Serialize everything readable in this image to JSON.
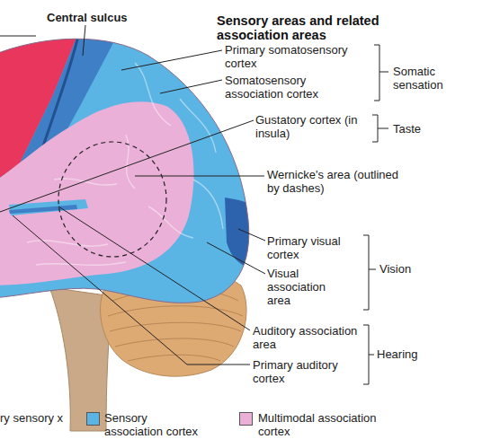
{
  "diagram": {
    "title": "Sensory areas and related association areas",
    "labels": [
      "Central sulcus",
      "Primary somatosensory cortex",
      "Somatosensory association cortex",
      "Somatic sensation",
      "Gustatory cortex (in insula)",
      "Taste",
      "Wernicke's area (outlined by dashes)",
      "Primary visual cortex",
      "Visual association area",
      "Vision",
      "Auditory association area",
      "Primary auditory cortex",
      "Hearing",
      "ry sensory x"
    ],
    "legend": [
      {
        "text": "Sensory association cortex",
        "color": "#5ab4e4"
      },
      {
        "text": "Multimodal association cortex",
        "color": "#eab0d8"
      }
    ]
  }
}
